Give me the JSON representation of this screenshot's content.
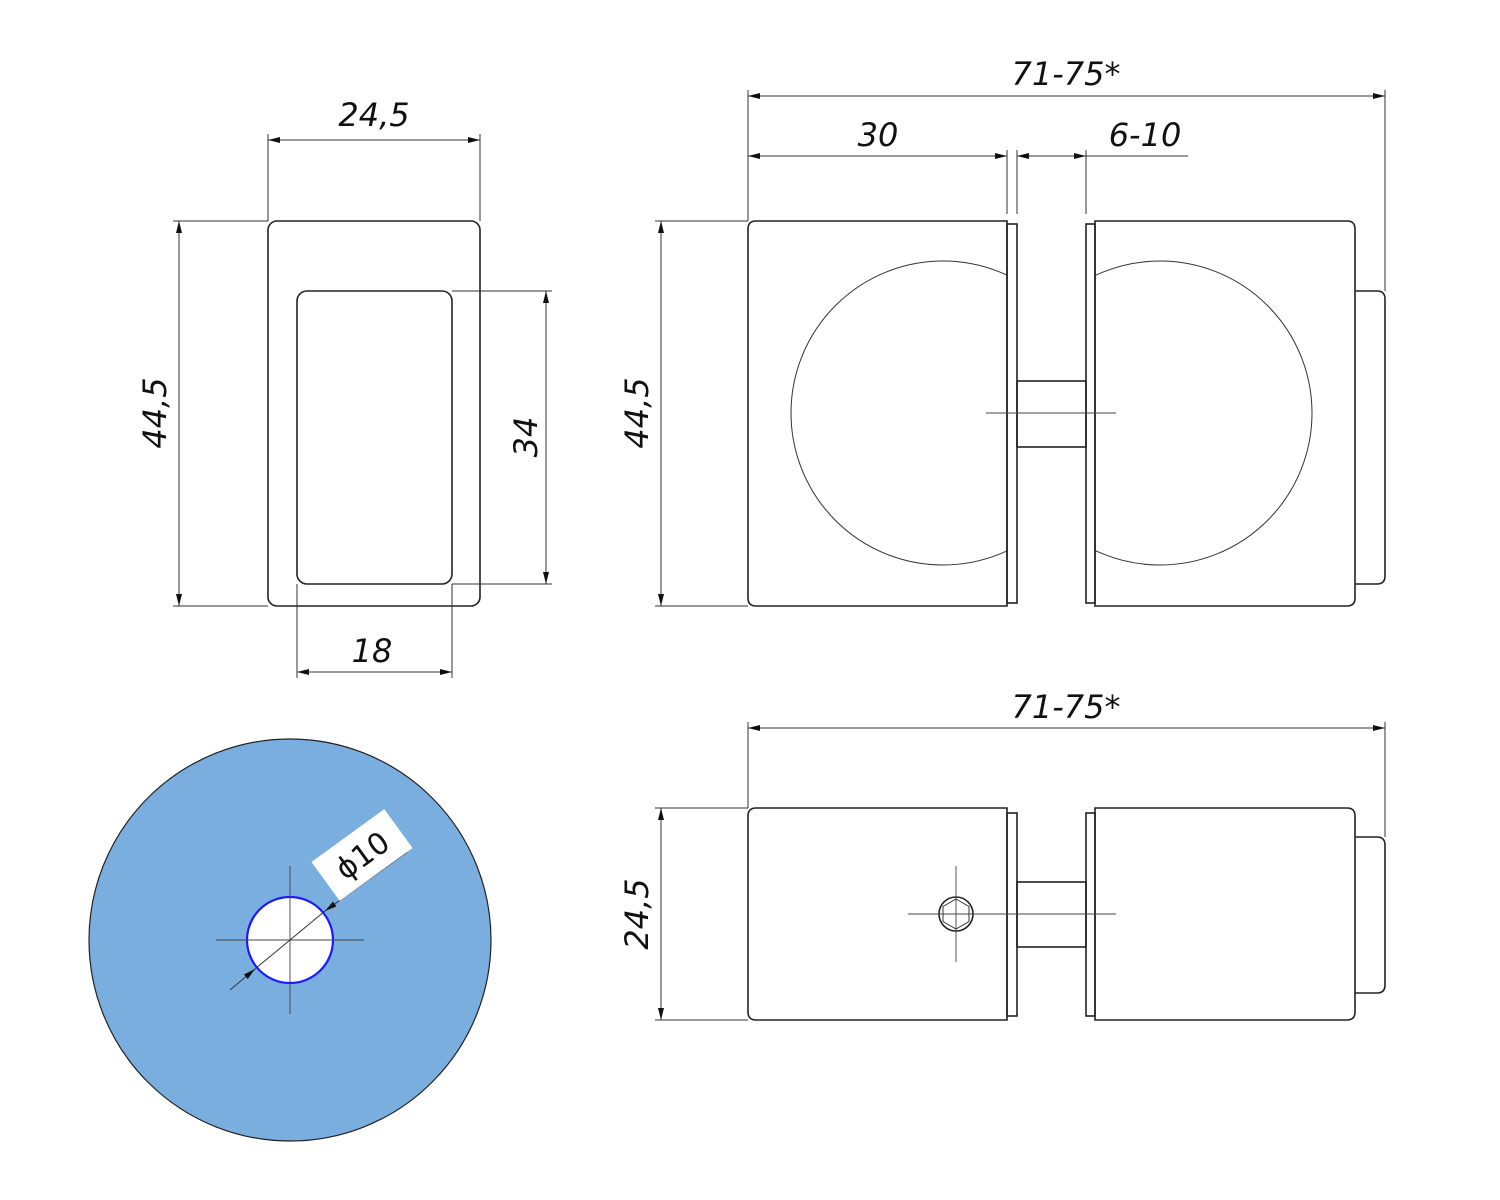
{
  "drawing": {
    "side_view": {
      "width_label": "24,5",
      "height_label": "44,5",
      "inner_height_label": "34",
      "inner_width_label": "18"
    },
    "front_view": {
      "total_length_label": "71-75*",
      "knob_length_label": "30",
      "glass_gap_label": "6-10",
      "height_label": "44,5"
    },
    "top_view": {
      "total_length_label": "71-75*",
      "height_label": "24,5"
    },
    "hole_view": {
      "hole_diameter_label": "ϕ10",
      "fill_color": "#7aaedf",
      "hole_edge_color": "#1a1aff"
    }
  }
}
